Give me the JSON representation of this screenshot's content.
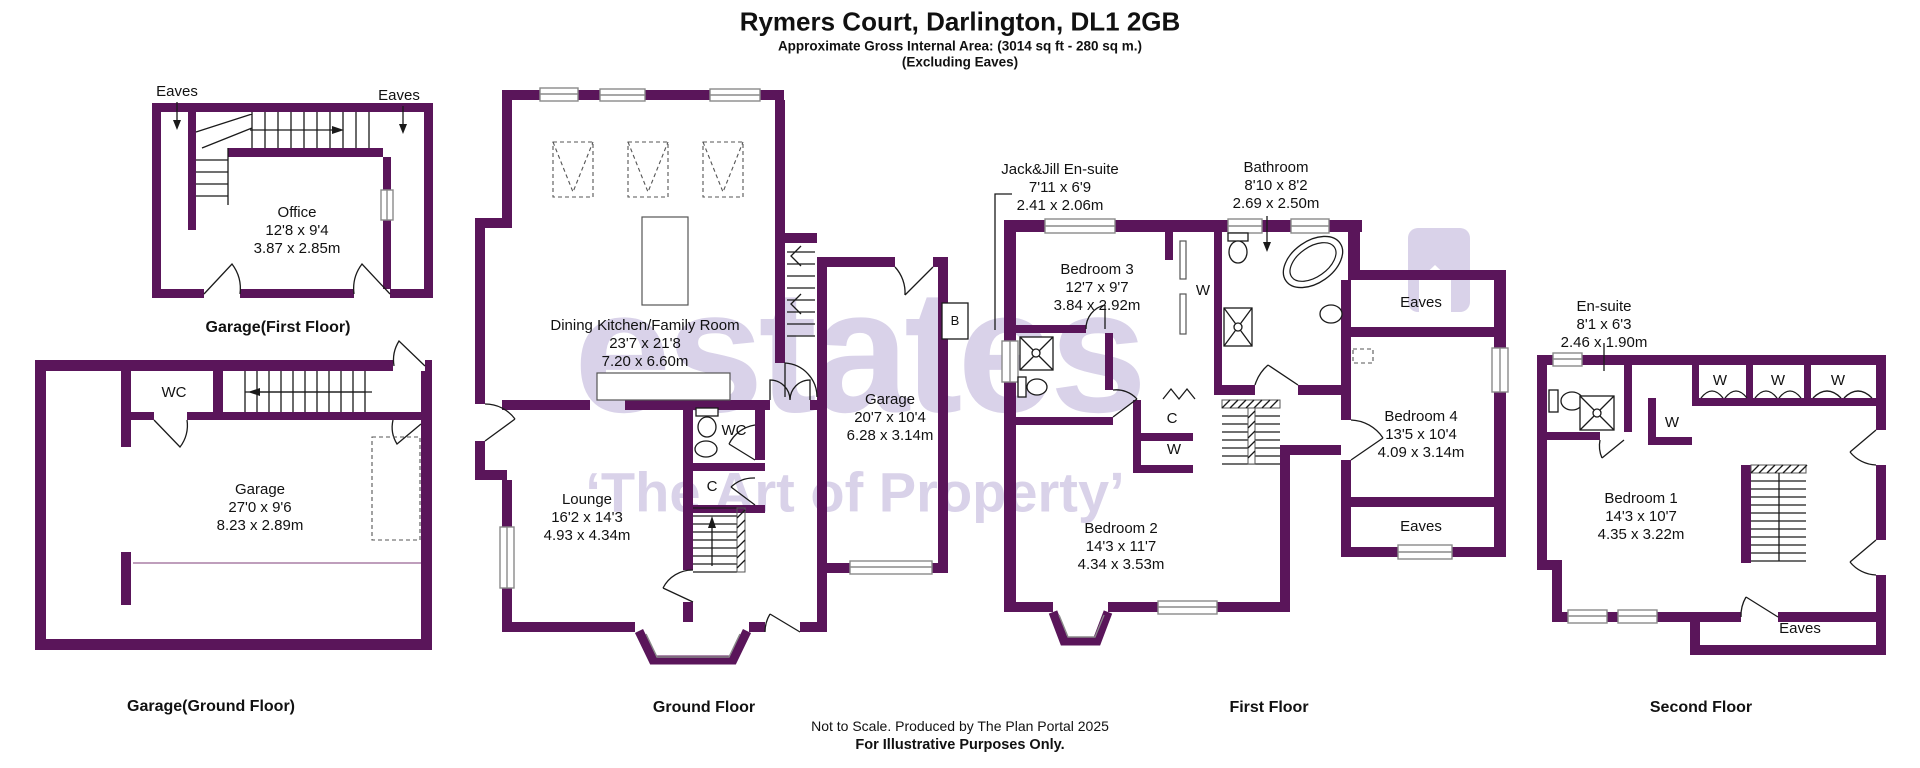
{
  "header": {
    "title": "Rymers Court, Darlington, DL1 2GB",
    "area_line": "Approximate Gross Internal Area: (3014 sq ft - 280 sq m.)",
    "eaves_line": "(Excluding Eaves)"
  },
  "watermark": {
    "brand": "estates",
    "tagline": "‘The Art of Property’"
  },
  "marks": {
    "eaves": "Eaves",
    "wc": "WC",
    "wardrobe": "W",
    "cupboard": "C",
    "boiler": "B"
  },
  "floor_labels": {
    "garage_first": "Garage(First Floor)",
    "garage_ground": "Garage(Ground Floor)",
    "ground": "Ground Floor",
    "first": "First Floor",
    "second": "Second Floor"
  },
  "rooms": {
    "office": {
      "name": "Office",
      "imperial": "12'8 x 9'4",
      "metric": "3.87 x 2.85m"
    },
    "garage_block": {
      "name": "Garage",
      "imperial": "27'0 x 9'6",
      "metric": "8.23 x 2.89m"
    },
    "dining": {
      "name": "Dining Kitchen/Family Room",
      "imperial": "23'7 x 21'8",
      "metric": "7.20 x 6.60m"
    },
    "lounge": {
      "name": "Lounge",
      "imperial": "16'2 x 14'3",
      "metric": "4.93 x 4.34m"
    },
    "garage_attached": {
      "name": "Garage",
      "imperial": "20'7 x 10'4",
      "metric": "6.28 x 3.14m"
    },
    "jack_jill": {
      "name": "Jack&Jill En-suite",
      "imperial": "7'11 x 6'9",
      "metric": "2.41 x 2.06m"
    },
    "bathroom": {
      "name": "Bathroom",
      "imperial": "8'10 x 8'2",
      "metric": "2.69 x 2.50m"
    },
    "bedroom3": {
      "name": "Bedroom 3",
      "imperial": "12'7 x 9'7",
      "metric": "3.84 x 2.92m"
    },
    "bedroom4": {
      "name": "Bedroom 4",
      "imperial": "13'5 x 10'4",
      "metric": "4.09 x 3.14m"
    },
    "bedroom2": {
      "name": "Bedroom 2",
      "imperial": "14'3 x 11'7",
      "metric": "4.34 x 3.53m"
    },
    "ensuite": {
      "name": "En-suite",
      "imperial": "8'1 x 6'3",
      "metric": "2.46 x 1.90m"
    },
    "bedroom1": {
      "name": "Bedroom 1",
      "imperial": "14'3 x 10'7",
      "metric": "4.35 x 3.22m"
    }
  },
  "footer": {
    "scale_line": "Not to Scale. Produced by The Plan Portal 2025",
    "purpose_line": "For Illustrative Purposes Only."
  },
  "colors": {
    "wall": "#5a155a",
    "watermark": "#d9d2e9"
  }
}
